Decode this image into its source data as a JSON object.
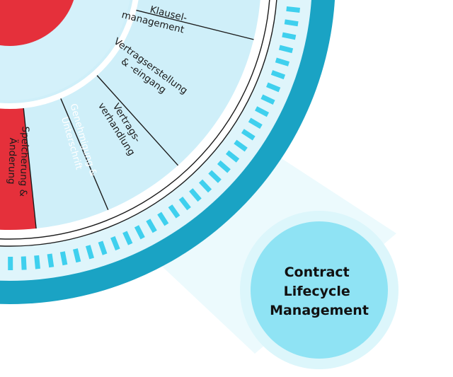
{
  "colors": {
    "outer_ring": "#1aa3c4",
    "tick_band": "#dff5fb",
    "ticks": "#3fd0ee",
    "inner_fill": "#d4f1fa",
    "segment_fill": "#cfeff9",
    "active_segment": "#e5303b",
    "divider": "#1b1b1b",
    "callout_cone": "#ecfafd",
    "callout_halo": "#dcf6fb",
    "callout_disc": "#8fe3f4"
  },
  "wheel": {
    "segments": [
      {
        "id": "klausel",
        "lines": [
          "Klausel-",
          "management"
        ],
        "active": false
      },
      {
        "id": "erstellung",
        "lines": [
          "Vertragserstellung",
          "& -eingang"
        ],
        "active": false
      },
      {
        "id": "verhandlung",
        "lines": [
          "Vertrags-",
          "verhandlung"
        ],
        "active": false
      },
      {
        "id": "genehmigung",
        "lines": [
          "Genehmigung &",
          "Unterschrift"
        ],
        "active": true
      },
      {
        "id": "speicherung",
        "lines": [
          "Speicherung &",
          "Änderung"
        ],
        "active": false
      }
    ]
  },
  "callout": {
    "title_lines": [
      "Contract",
      "Lifecycle",
      "Management"
    ]
  }
}
